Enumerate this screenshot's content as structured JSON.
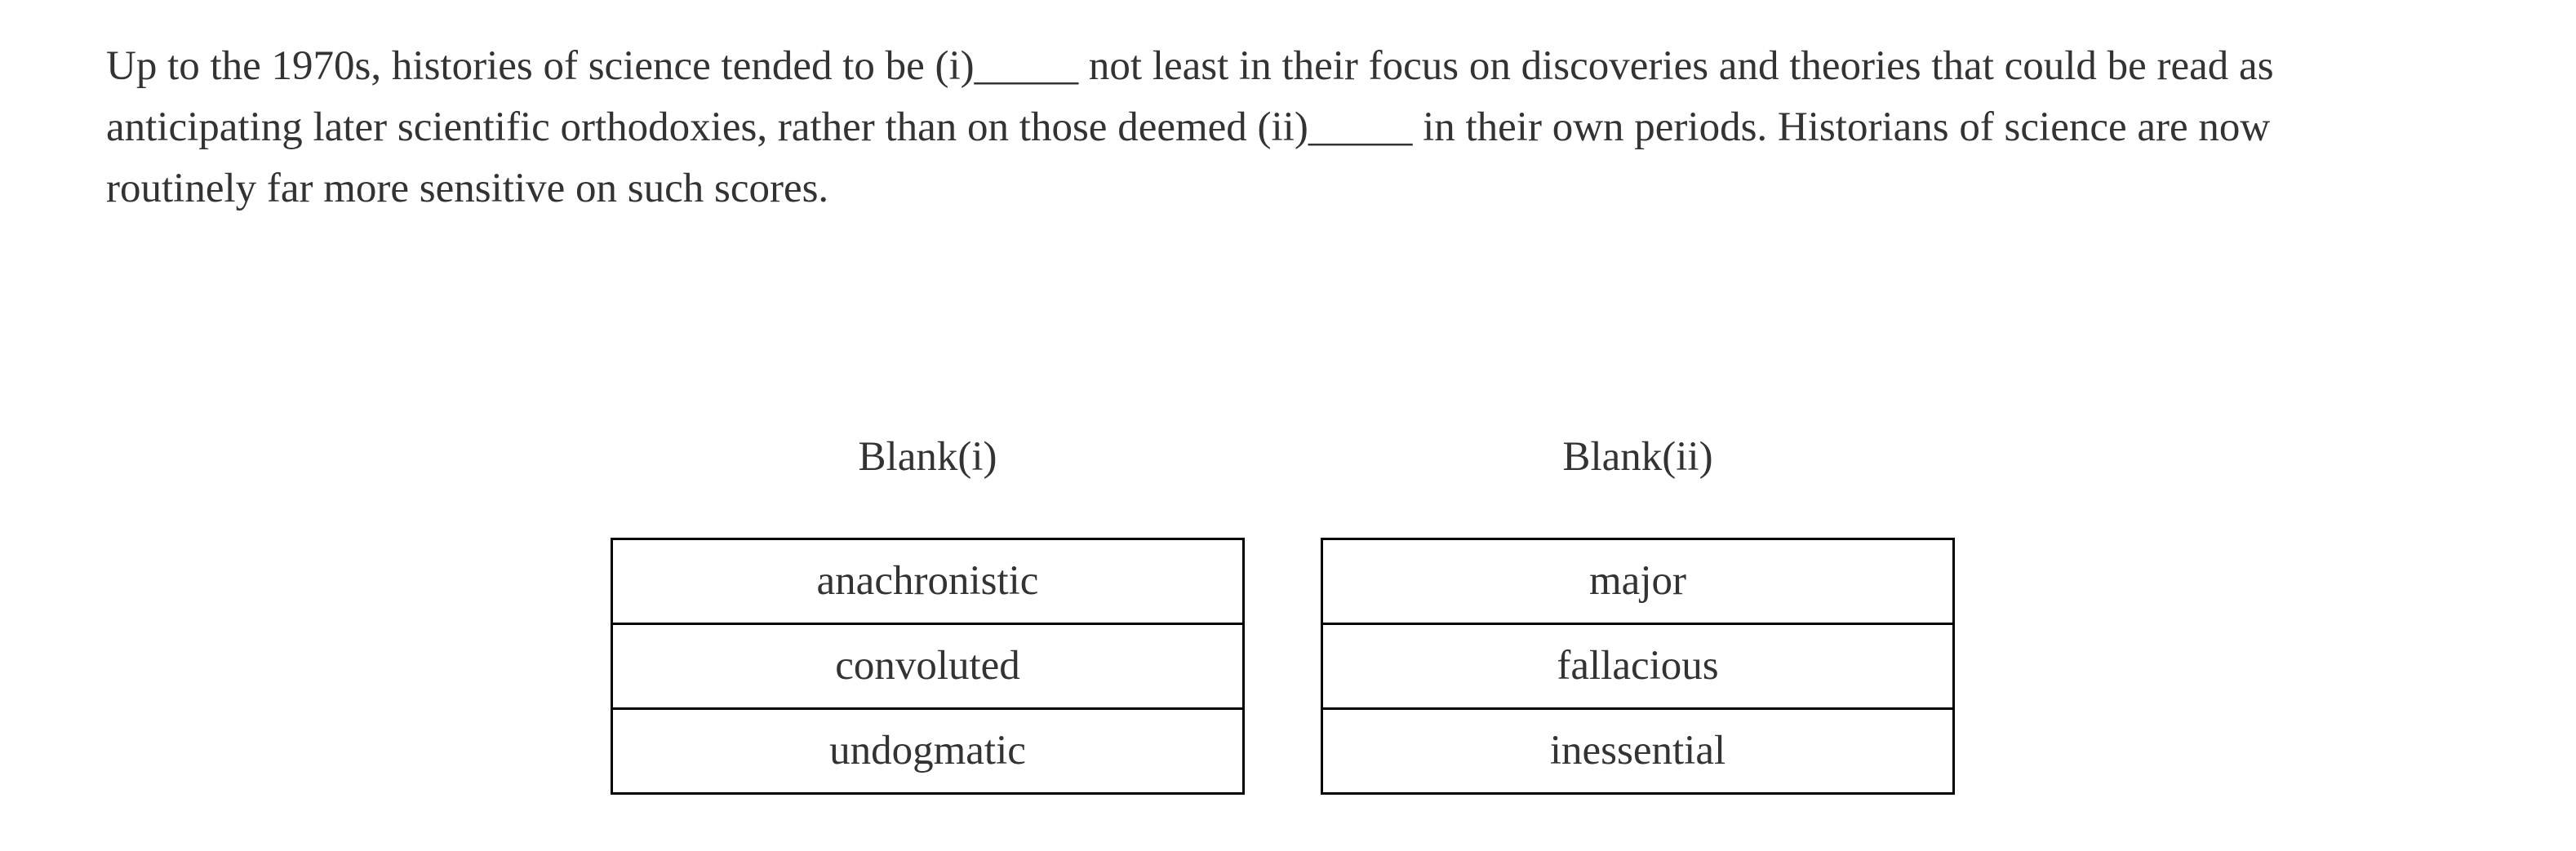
{
  "passage": {
    "part1": "Up to the 1970s, histories of science tended to be (i)",
    "blank1": "_____",
    "part2": " not least in their focus on discoveries and theories that could be read as anticipating later scientific orthodoxies, rather than on those deemed (ii)",
    "blank2": "_____",
    "part3": " in their own periods. Historians of science are now routinely far more sensitive on such scores."
  },
  "blanks": [
    {
      "header": "Blank(i)",
      "options": [
        "anachronistic",
        "convoluted",
        "undogmatic"
      ]
    },
    {
      "header": "Blank(ii)",
      "options": [
        "major",
        "fallacious",
        "inessential"
      ]
    }
  ]
}
